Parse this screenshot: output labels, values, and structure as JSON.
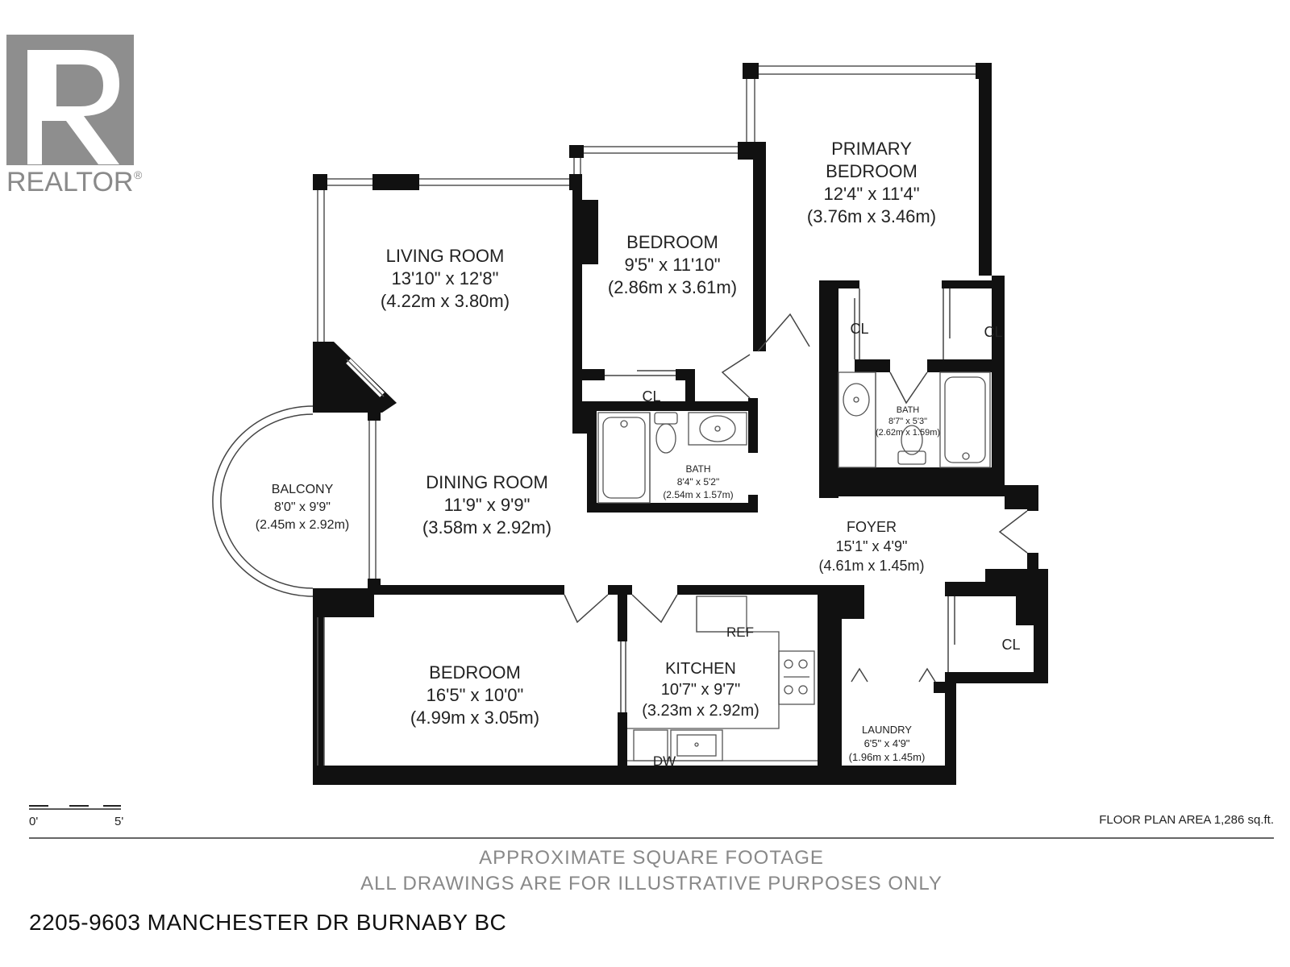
{
  "logo": {
    "text": "REALTOR",
    "mark": "®"
  },
  "rooms": {
    "living": {
      "name": "LIVING ROOM",
      "dim_imperial": "13'10\" x 12'8\"",
      "dim_metric": "(4.22m x 3.80m)"
    },
    "bedroom_top": {
      "name": "BEDROOM",
      "dim_imperial": "9'5\" x 11'10\"",
      "dim_metric": "(2.86m x 3.61m)"
    },
    "primary": {
      "name_line1": "PRIMARY",
      "name_line2": "BEDROOM",
      "dim_imperial": "12'4\" x 11'4\"",
      "dim_metric": "(3.76m x 3.46m)"
    },
    "balcony": {
      "name": "BALCONY",
      "dim_imperial": "8'0\" x 9'9\"",
      "dim_metric": "(2.45m x 2.92m)"
    },
    "dining": {
      "name": "DINING ROOM",
      "dim_imperial": "11'9\" x 9'9\"",
      "dim_metric": "(3.58m x 2.92m)"
    },
    "bath_left": {
      "name": "BATH",
      "dim_imperial": "8'4\" x 5'2\"",
      "dim_metric": "(2.54m x 1.57m)"
    },
    "bath_right": {
      "name": "BATH",
      "dim_imperial": "8'7\" x 5'3\"",
      "dim_metric": "(2.62m x 1.59m)"
    },
    "foyer": {
      "name": "FOYER",
      "dim_imperial": "15'1\" x 4'9\"",
      "dim_metric": "(4.61m x 1.45m)"
    },
    "bedroom_bottom": {
      "name": "BEDROOM",
      "dim_imperial": "16'5\" x 10'0\"",
      "dim_metric": "(4.99m x 3.05m)"
    },
    "kitchen": {
      "name": "KITCHEN",
      "dim_imperial": "10'7\" x 9'7\"",
      "dim_metric": "(3.23m x 2.92m)"
    },
    "laundry": {
      "name": "LAUNDRY",
      "dim_imperial": "6'5\" x 4'9\"",
      "dim_metric": "(1.96m x 1.45m)"
    }
  },
  "fixtures": {
    "closet": "CL",
    "refrigerator": "REF",
    "dishwasher": "DW"
  },
  "scale": {
    "start": "0'",
    "end": "5'"
  },
  "floor_area": "FLOOR PLAN AREA 1,286 sq.ft.",
  "disclaimer": {
    "line1": "APPROXIMATE SQUARE FOOTAGE",
    "line2": "ALL DRAWINGS ARE FOR ILLUSTRATIVE PURPOSES ONLY"
  },
  "address": "2205-9603 MANCHESTER DR BURNABY BC"
}
